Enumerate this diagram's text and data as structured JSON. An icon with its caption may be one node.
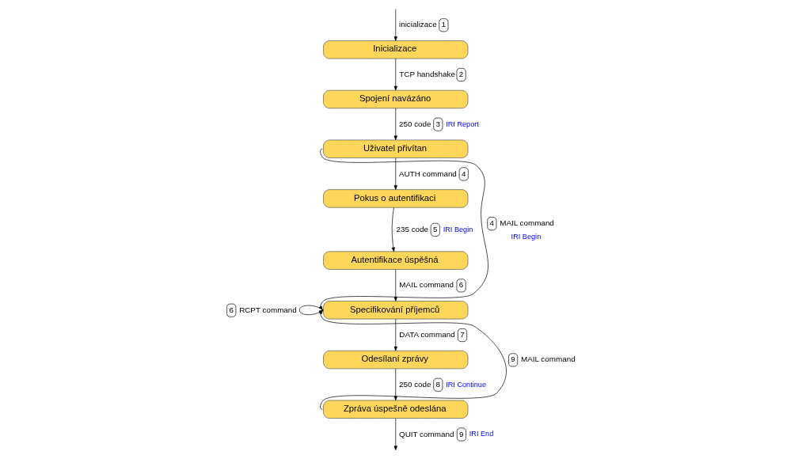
{
  "diagram": {
    "nodes": [
      {
        "text": [
          "Inicializace"
        ]
      },
      {
        "text": [
          "Spojení navázáno"
        ]
      },
      {
        "text": [
          "Uživatel přivítan"
        ]
      },
      {
        "text": [
          "Pokus o autentifikaci"
        ]
      },
      {
        "text": [
          "Autentifikace úspěšná"
        ]
      },
      {
        "text": [
          "Specifikování příjemců"
        ]
      },
      {
        "text": [
          "Odesílaní zprávy"
        ]
      },
      {
        "text": [
          "Zpráva úspešně odeslána"
        ]
      }
    ],
    "edges": [
      {
        "from": null,
        "to": 0,
        "arrow": "to",
        "label": "inicializace"
      },
      {
        "from": 0,
        "to": 1,
        "arrow": "to",
        "label": "TCP handshake"
      },
      {
        "from": 1,
        "to": 2,
        "arrow": "to",
        "label": "250 code"
      },
      {
        "from": 2,
        "to": 3,
        "arrow": "to",
        "label": "AUTH command"
      },
      {
        "from": 3,
        "to": 4,
        "arrow": "to",
        "label": "235 code"
      },
      {
        "from": 4,
        "to": 5,
        "arrow": "to",
        "label": "MAIL command"
      },
      {
        "from": 5,
        "to": 6,
        "arrow": "to",
        "label": "DATA command"
      },
      {
        "from": 6,
        "to": 7,
        "arrow": "to",
        "label": "250 code"
      },
      {
        "from": 7,
        "to": null,
        "arrow": "to",
        "label": "QUIT command"
      },
      {
        "from": 2,
        "to": 5,
        "arrow": "to",
        "label": "MAIL command"
      },
      {
        "from": 5,
        "to": 5,
        "arrow": "to",
        "label": "RCPT command"
      },
      {
        "from": 7,
        "to": 5,
        "arrow": "to",
        "label": "MAIL command"
      }
    ],
    "labels": [
      "1",
      "2",
      "3",
      "IRI Report",
      "4",
      "4",
      "5",
      "IRI Begin",
      "IRI Begin",
      "6",
      "6",
      "7",
      "9",
      "8",
      "IRI Continue",
      "9",
      "IRI End"
    ]
  }
}
